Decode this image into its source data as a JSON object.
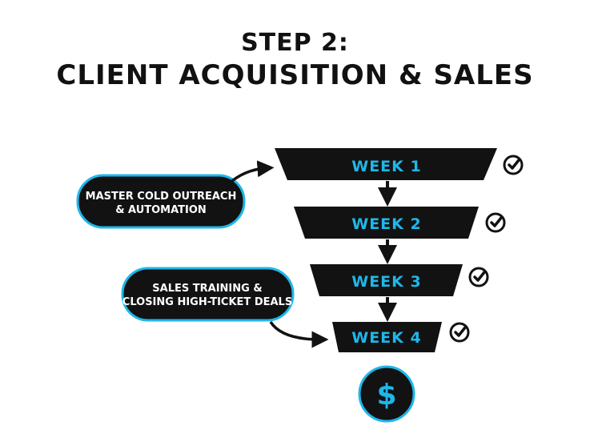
{
  "title": {
    "line1": "STEP 2:",
    "line2": "CLIENT ACQUISITION & SALES"
  },
  "funnel": {
    "stages": [
      {
        "label": "WEEK 1",
        "status_icon": "check-circle-icon"
      },
      {
        "label": "WEEK 2",
        "status_icon": "check-circle-icon"
      },
      {
        "label": "WEEK 3",
        "status_icon": "check-circle-icon"
      },
      {
        "label": "WEEK 4",
        "status_icon": "check-circle-icon"
      }
    ],
    "outcome_icon": "dollar-icon",
    "outcome_symbol": "$"
  },
  "callouts": [
    {
      "line1": "MASTER COLD OUTREACH",
      "line2": "& AUTOMATION",
      "points_to": "WEEK 1"
    },
    {
      "line1": "SALES TRAINING &",
      "line2": "CLOSING HIGH-TICKET DEALS",
      "points_to": "WEEK 4"
    }
  ],
  "colors": {
    "shape_fill": "#121212",
    "accent": "#1fb7ea",
    "text_dark": "#111111",
    "background": "#ffffff"
  }
}
